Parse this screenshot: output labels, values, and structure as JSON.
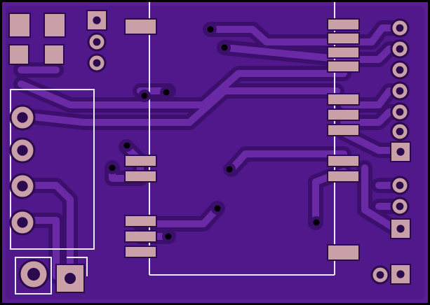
{
  "colors": {
    "board_edge": "#000000",
    "substrate": "#5a1e93",
    "copper_fill": "#50188a",
    "trace": "#6a2aa6",
    "trace_clearance": "#3c0f6c",
    "pad": "#c9a0a8",
    "pad_outline": "#2b0b4e",
    "drill": "#2b0b4e",
    "silkscreen": "#e8e8ff"
  },
  "layers": [
    "board-outline",
    "copper-top",
    "traces",
    "pads",
    "vias",
    "silkscreen"
  ],
  "components": [
    {
      "kind": "smd-resistor-pair",
      "count": 2
    },
    {
      "kind": "pin-header-vertical-3"
    },
    {
      "kind": "smd-connector-strip"
    },
    {
      "kind": "terminal-block-4"
    },
    {
      "kind": "jst-2-pin"
    },
    {
      "kind": "smd-dual-row"
    },
    {
      "kind": "pin-header-vertical-7"
    },
    {
      "kind": "pin-header-vertical-3"
    },
    {
      "kind": "pin-header-horizontal-2"
    }
  ]
}
